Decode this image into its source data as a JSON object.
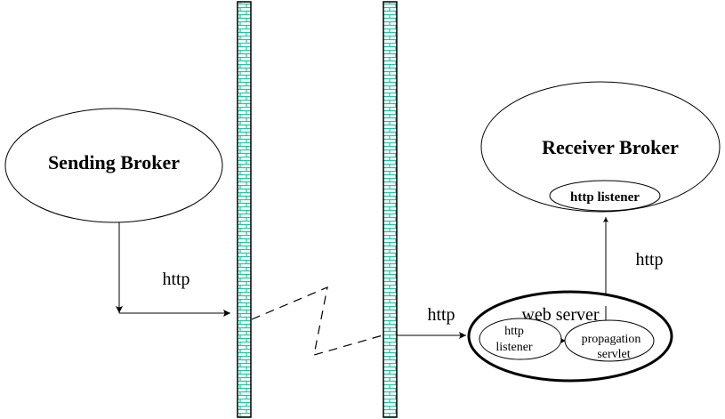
{
  "diagram": {
    "nodes": {
      "sending_broker": {
        "label": "Sending Broker"
      },
      "receiver_broker": {
        "label": "Receiver Broker"
      },
      "receiver_http_listener": {
        "label": "http listener"
      },
      "web_server": {
        "label": "web server"
      },
      "web_http_listener": {
        "line1": "http",
        "line2": "listener"
      },
      "propagation_servlet": {
        "line1": "propagation",
        "line2": "servlet"
      }
    },
    "edges": {
      "sender_to_firewall": {
        "label": "http"
      },
      "firewall_to_webserver": {
        "label": "http"
      },
      "webserver_to_receiver": {
        "label": "http"
      }
    },
    "firewalls": [
      {
        "name": "firewall-left"
      },
      {
        "name": "firewall-right"
      }
    ],
    "colors": {
      "brick": "#1fc8a0",
      "stroke": "#000000",
      "background": "#ffffff"
    }
  }
}
